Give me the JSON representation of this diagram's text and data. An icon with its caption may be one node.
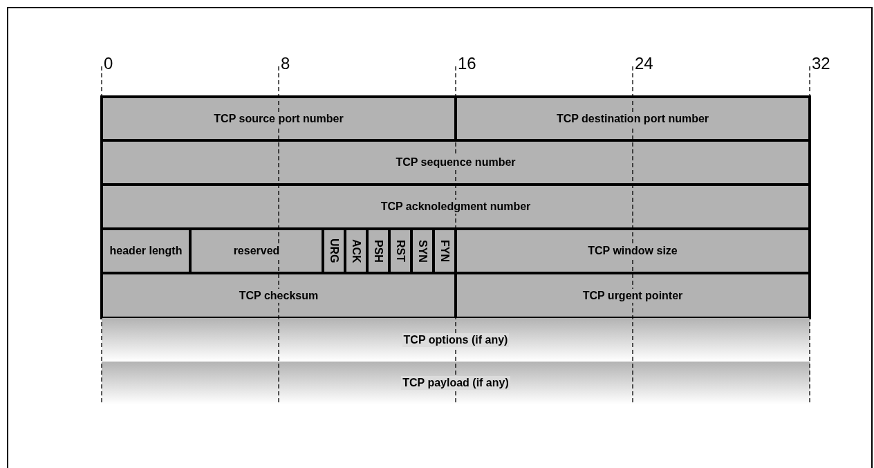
{
  "diagram": {
    "nodes": [
      {
        "text": [
          "TCP source port number"
        ]
      },
      {
        "text": [
          "TCP destination port number"
        ]
      },
      {
        "text": [
          "TCP sequence number"
        ]
      },
      {
        "text": [
          "TCP acknoledgment number"
        ]
      },
      {
        "text": [
          "header length"
        ]
      },
      {
        "text": [
          "reserved"
        ]
      },
      {
        "text": [
          "URG"
        ]
      },
      {
        "text": [
          "ACK"
        ]
      },
      {
        "text": [
          "PSH"
        ]
      },
      {
        "text": [
          "RST"
        ]
      },
      {
        "text": [
          "SYN"
        ]
      },
      {
        "text": [
          "FYN"
        ]
      },
      {
        "text": [
          "TCP window size"
        ]
      },
      {
        "text": [
          "TCP checksum"
        ]
      },
      {
        "text": [
          "TCP urgent pointer"
        ]
      },
      {
        "text": [
          "TCP options (if any)"
        ]
      },
      {
        "text": [
          "TCP payload (if any)"
        ]
      }
    ],
    "labels": [
      "0",
      "8",
      "16",
      "24",
      "32"
    ]
  }
}
